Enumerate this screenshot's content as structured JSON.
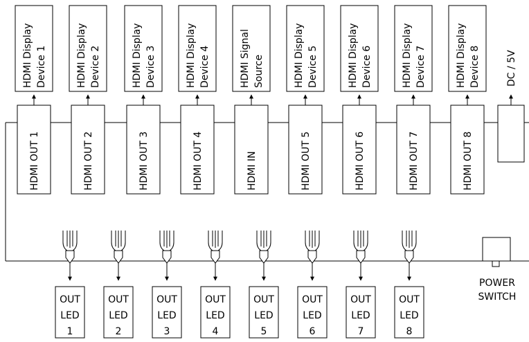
{
  "devices": [
    {
      "line1": "HDMI Display",
      "line2": "Device 1"
    },
    {
      "line1": "HDMI Display",
      "line2": "Device 2"
    },
    {
      "line1": "HDMI Display",
      "line2": "Device 3"
    },
    {
      "line1": "HDMI Display",
      "line2": "Device 4"
    },
    {
      "line1": "HDMI Signal",
      "line2": "Source"
    },
    {
      "line1": "HDMI Display",
      "line2": "Device 5"
    },
    {
      "line1": "HDMI Display",
      "line2": "Device 6"
    },
    {
      "line1": "HDMI Display",
      "line2": "Device 7"
    },
    {
      "line1": "HDMI Display",
      "line2": "Device 8"
    }
  ],
  "ports": [
    "HDMI OUT 1",
    "HDMI OUT 2",
    "HDMI OUT 3",
    "HDMI OUT 4",
    "HDMI IN",
    "HDMI OUT 5",
    "HDMI OUT 6",
    "HDMI OUT 7",
    "HDMI OUT 8"
  ],
  "power": {
    "label": "DC / 5V"
  },
  "switch": {
    "line1": "POWER",
    "line2": "SWITCH"
  },
  "leds": [
    {
      "line1": "OUT",
      "line2": "LED",
      "line3": "1"
    },
    {
      "line1": "OUT",
      "line2": "LED",
      "line3": "2"
    },
    {
      "line1": "OUT",
      "line2": "LED",
      "line3": "3"
    },
    {
      "line1": "OUT",
      "line2": "LED",
      "line3": "4"
    },
    {
      "line1": "OUT",
      "line2": "LED",
      "line3": "5"
    },
    {
      "line1": "OUT",
      "line2": "LED",
      "line3": "6"
    },
    {
      "line1": "OUT",
      "line2": "LED",
      "line3": "7"
    },
    {
      "line1": "OUT",
      "line2": "LED",
      "line3": "8"
    }
  ]
}
